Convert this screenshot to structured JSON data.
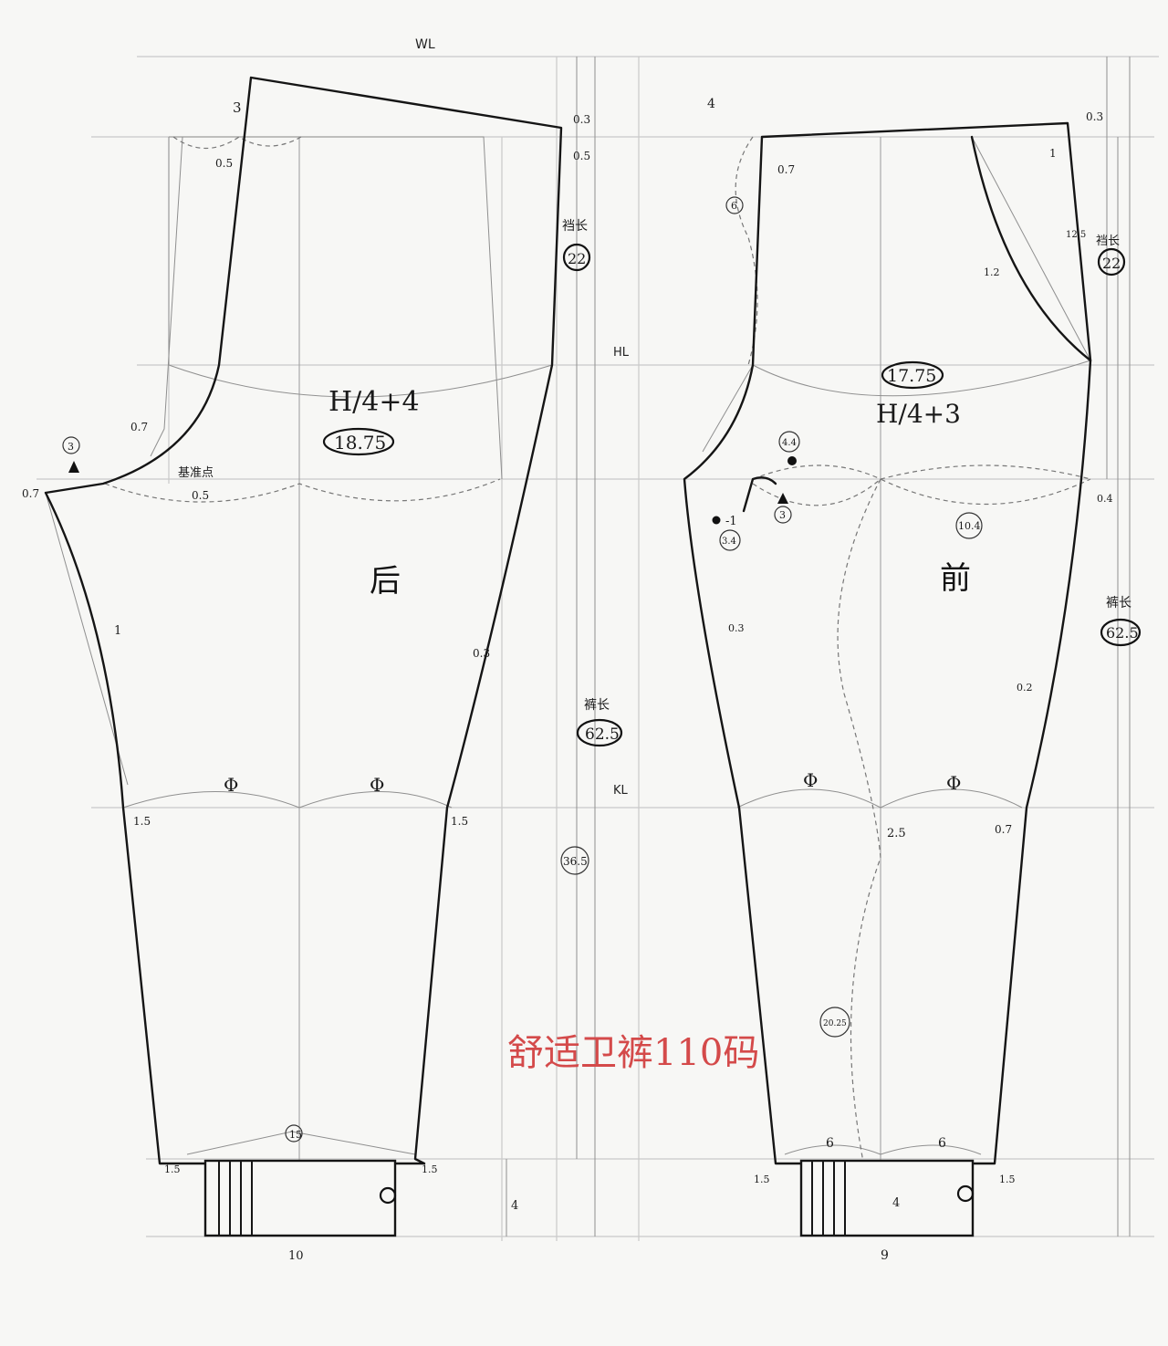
{
  "reference_lines": {
    "waist": "WL",
    "hip": "HL",
    "knee": "KL"
  },
  "back_panel": {
    "name": "后",
    "hip_formula": "H/4+4",
    "hip_value": "18.75",
    "crotch_depth_label": "裆长",
    "crotch_depth_value": "22",
    "outseam_label": "裤长",
    "outseam_value": "62.5",
    "inseam_value": "36.5",
    "datum_label": "基准点",
    "cuff_width": "10",
    "hem_span": "15",
    "knee_mark": "Φ",
    "marks": [
      "3",
      "0.5",
      "0.3",
      "0.5",
      "0.7",
      "0.7",
      "0.5",
      "1",
      "0.3",
      "1.5",
      "1.5",
      "1.5",
      "1.5",
      "4"
    ],
    "notch_mark": "3"
  },
  "front_panel": {
    "name": "前",
    "hip_formula": "H/4+3",
    "hip_value": "17.75",
    "crotch_depth_label": "裆长",
    "crotch_depth_value": "22",
    "outseam_label": "裤长",
    "outseam_value": "62.5",
    "pocket_depth": "6",
    "crotch_values": [
      "4.4",
      "3.4",
      "3",
      "10.4"
    ],
    "inseam_value": "20.25",
    "cuff_width": "9",
    "hem_half_widths": [
      "6",
      "6"
    ],
    "knee_mark": "Φ",
    "marks": [
      "4",
      "0.7",
      "0.3",
      "1",
      "12.5",
      "1.2",
      "-1",
      "0.4",
      "0.3",
      "0.2",
      "0.7",
      "2.5",
      "1.5",
      "1.5",
      "4"
    ]
  },
  "caption": "舒适卫裤110码"
}
